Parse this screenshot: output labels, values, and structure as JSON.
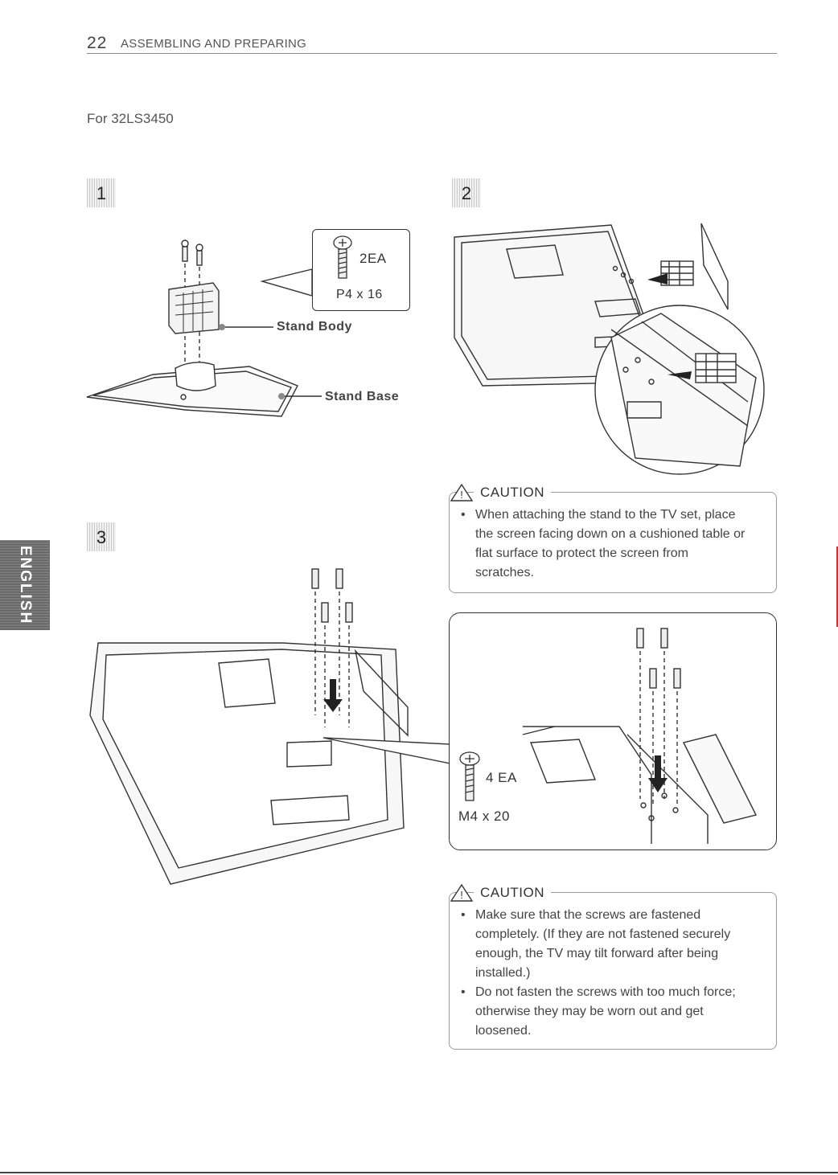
{
  "header": {
    "page_number": "22",
    "section_title": "ASSEMBLING AND PREPARING"
  },
  "model_line": "For 32LS3450",
  "side_tab": "ENGLISH",
  "steps": [
    "1",
    "2",
    "3"
  ],
  "step1": {
    "screw_count": "2EA",
    "screw_spec": "P4 x 16",
    "stand_body_label": "Stand Body",
    "stand_base_label": "Stand Base"
  },
  "caution1": {
    "title": "CAUTION",
    "items": [
      "When attaching the stand to the TV set, place the screen facing down on a cushioned table or flat surface to protect the screen from scratches."
    ]
  },
  "step3": {
    "screw_count": "4 EA",
    "screw_spec": "M4 x 20"
  },
  "caution2": {
    "title": "CAUTION",
    "items": [
      "Make sure that the screws are fastened completely. (If they are not fastened securely enough, the TV may tilt forward after being installed.)",
      "Do not fasten the screws with too much force; otherwise they may be worn out and get loosened."
    ]
  },
  "colors": {
    "text": "#333333",
    "rule": "#888888",
    "accent_red": "#cc3333",
    "tab_gray": "#6a6a6a"
  }
}
